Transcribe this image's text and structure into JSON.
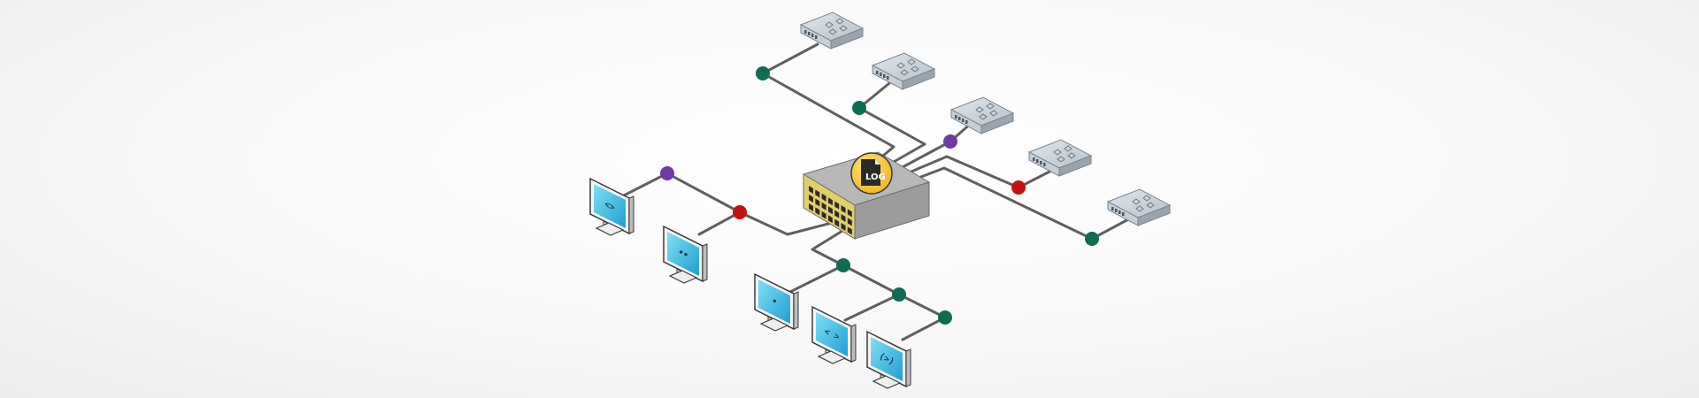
{
  "log_badge": {
    "label": "LOG",
    "color": "#f2c230"
  },
  "switch": {
    "body_color": "#9c9c9c",
    "port_panel_color": "#e2cf6a"
  },
  "colors": {
    "green": "#0f6b52",
    "purple": "#6f39a6",
    "red": "#c21212",
    "line": "#5f5f5f"
  },
  "servers": [
    {
      "id": "server-1"
    },
    {
      "id": "server-2"
    },
    {
      "id": "server-3"
    },
    {
      "id": "server-4"
    },
    {
      "id": "server-5"
    }
  ],
  "computers": [
    {
      "id": "computer-1",
      "glyph": "<>"
    },
    {
      "id": "computer-2",
      "glyph": "••"
    },
    {
      "id": "computer-3",
      "glyph": "•"
    },
    {
      "id": "computer-4",
      "glyph": "< >"
    },
    {
      "id": "computer-5",
      "glyph": "(>)"
    }
  ],
  "nodes": [
    {
      "id": "node-server-1",
      "color": "green"
    },
    {
      "id": "node-server-2",
      "color": "green"
    },
    {
      "id": "node-server-3",
      "color": "purple"
    },
    {
      "id": "node-server-4",
      "color": "red"
    },
    {
      "id": "node-server-5",
      "color": "green"
    },
    {
      "id": "node-left-hub",
      "color": "red"
    },
    {
      "id": "node-computer-1",
      "color": "purple"
    },
    {
      "id": "node-bottom-hub",
      "color": "green"
    },
    {
      "id": "node-bottom-mid",
      "color": "green"
    },
    {
      "id": "node-bottom-end",
      "color": "green"
    }
  ]
}
